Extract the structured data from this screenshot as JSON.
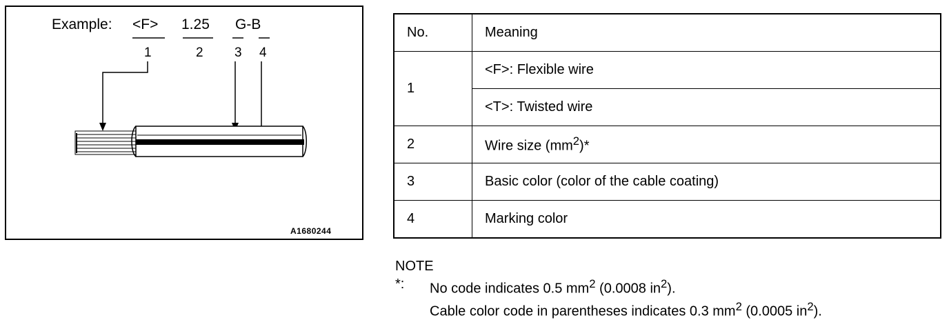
{
  "figure": {
    "example_label": "Example:",
    "codes": [
      "<F>",
      "1.25",
      "G-B"
    ],
    "numbers": [
      "1",
      "2",
      "3",
      "4"
    ],
    "figure_code": "A1680244"
  },
  "table": {
    "header": {
      "no": "No.",
      "meaning": "Meaning"
    },
    "rows": [
      {
        "no": "1",
        "meanings": [
          "<F>: Flexible wire",
          "<T>: Twisted wire"
        ]
      },
      {
        "no": "2",
        "meaning": "Wire size (mm",
        "sup": "2",
        "suffix": ")*"
      },
      {
        "no": "3",
        "meaning": "Basic color (color of the cable coating)"
      },
      {
        "no": "4",
        "meaning": "Marking color"
      }
    ]
  },
  "note": {
    "title": "NOTE",
    "star": "*:",
    "line1": {
      "a": "No code indicates 0.5 mm",
      "b": "2",
      "c": " (0.0008 in",
      "d": "2",
      "e": ")."
    },
    "line2": {
      "a": "Cable color code in parentheses indicates 0.3 mm",
      "b": "2",
      "c": " (0.0005 in",
      "d": "2",
      "e": ")."
    }
  },
  "colors": {
    "ink": "#000000",
    "paper": "#ffffff",
    "wire_body": "#ffffff",
    "marking_stripe": "#000000"
  }
}
